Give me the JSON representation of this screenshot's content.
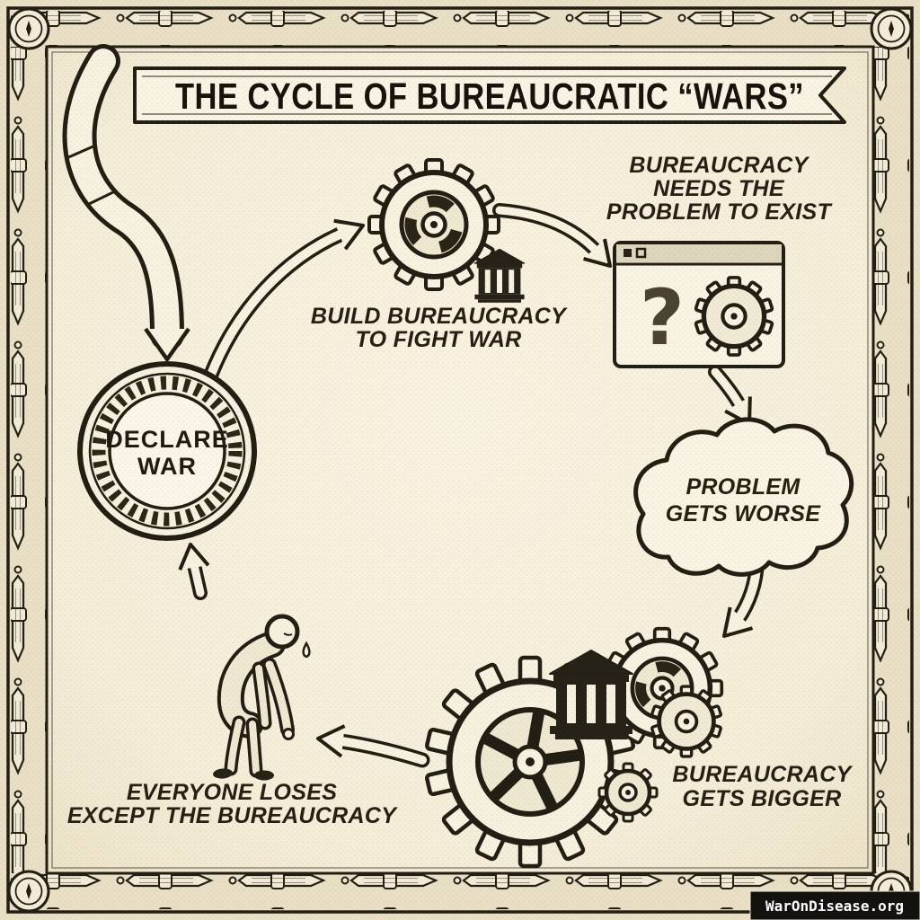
{
  "title": {
    "text": "THE CYCLE OF BUREAUCRATIC “WARS”"
  },
  "nodes": {
    "declare_war": {
      "lines": [
        "DECLARE",
        "WAR"
      ]
    },
    "build_bureaucracy": {
      "lines": [
        "BUILD BUREAUCRACY",
        "TO FIGHT WAR"
      ]
    },
    "bureaucracy_needs": {
      "lines": [
        "BUREAUCRACY",
        "NEEDS THE",
        "PROBLEM TO EXIST"
      ]
    },
    "problem_worse": {
      "lines": [
        "PROBLEM",
        "GETS WORSE"
      ]
    },
    "gets_bigger": {
      "lines": [
        "BUREAUCRACY",
        "GETS BIGGER"
      ]
    },
    "everyone_loses": {
      "lines": [
        "EVERYONE LOSES",
        "EXCEPT THE BUREAUCRACY"
      ]
    },
    "window_question_mark": "?"
  },
  "watermark": {
    "text": "WarOnDisease.org"
  },
  "icons": {
    "gear-icon": "⚙",
    "government-building-icon": "🏛",
    "question-mark-icon": "?",
    "cloud-icon": "☁",
    "defeated-man-icon": "🧍",
    "laurel-medallion-icon": "◎",
    "ribbon-banner-icon": "🎗"
  },
  "colors": {
    "background": "#f5efdc",
    "ink": "#231e13",
    "paper": "#f7f1df",
    "band": "#e8dfc4",
    "dark_fill": "#262217",
    "watermark_bg": "#14120e",
    "watermark_text": "#ffffff"
  }
}
